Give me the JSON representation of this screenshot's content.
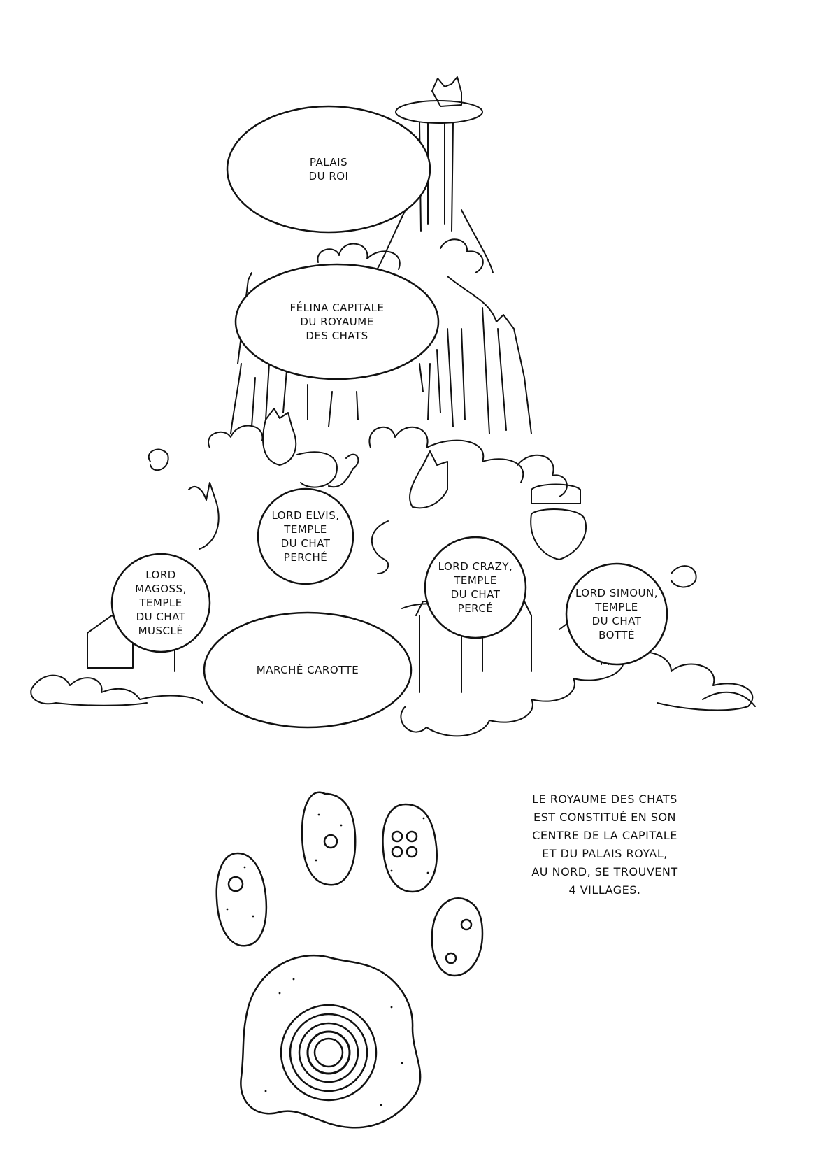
{
  "map": {
    "bubbles": [
      {
        "id": "palais",
        "text": "PALAIS\nDU ROI"
      },
      {
        "id": "capitale",
        "text": "FÉLINA CAPITALE\nDU ROYAUME\nDES CHATS"
      },
      {
        "id": "elvis",
        "text": "LORD ELVIS,\nTEMPLE\nDU CHAT\nPERCHÉ"
      },
      {
        "id": "magoss",
        "text": "LORD\nMAGOSS,\nTEMPLE\nDU CHAT\nMUSCLÉ"
      },
      {
        "id": "crazy",
        "text": "LORD CRAZY,\nTEMPLE\nDU CHAT\nPERCÉ"
      },
      {
        "id": "simoun",
        "text": "LORD SIMOUN,\nTEMPLE\nDU CHAT\nBOTTÉ"
      },
      {
        "id": "marche",
        "text": "MARCHÉ CAROTTE"
      }
    ]
  },
  "caption": {
    "text": "LE ROYAUME DES CHATS\nEST CONSTITUÉ EN SON\nCENTRE DE LA CAPITALE\nET DU PALAIS ROYAL,\nAU NORD, SE TROUVENT\n4 VILLAGES."
  },
  "colors": {
    "ink": "#111111",
    "paper": "#ffffff"
  },
  "icons": [
    "cat-kingdom-illustration",
    "paw-print-icon"
  ]
}
